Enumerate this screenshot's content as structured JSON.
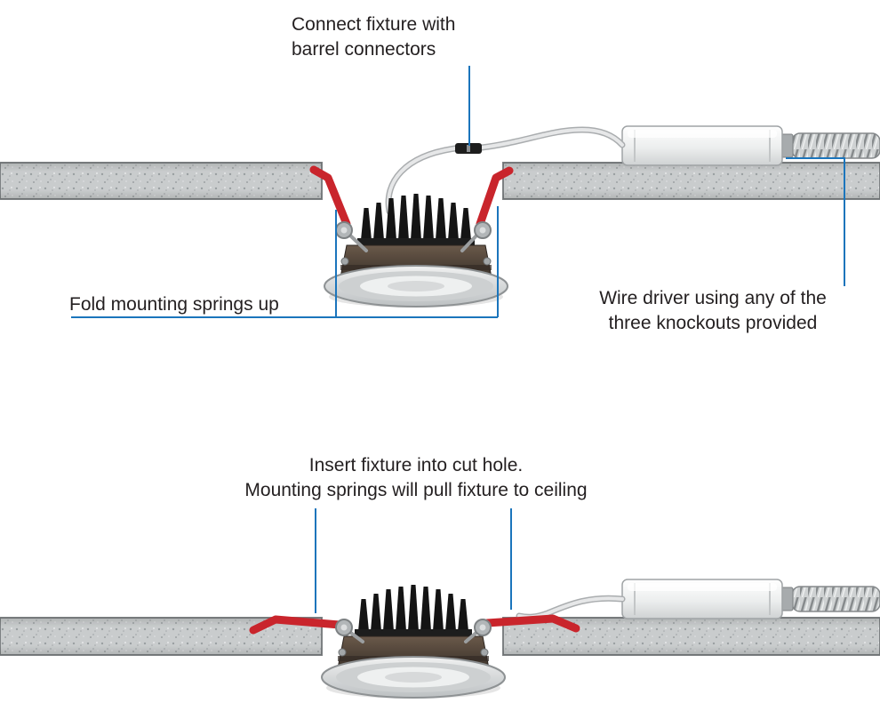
{
  "diagram": {
    "background_color": "#ffffff",
    "accent_color": "#1b75bc",
    "text_color": "#231f20",
    "spring_color": "#c9252c",
    "ceiling_color": "#c9cccd",
    "labels": {
      "connect": {
        "line1": "Connect fixture with",
        "line2": "barrel connectors"
      },
      "fold": {
        "text": "Fold mounting springs up"
      },
      "wire_driver": {
        "line1": "Wire driver using any of the",
        "line2": "three knockouts provided"
      },
      "insert": {
        "line1": "Insert fixture into cut hole.",
        "line2": "Mounting springs will pull fixture to ceiling"
      }
    }
  }
}
